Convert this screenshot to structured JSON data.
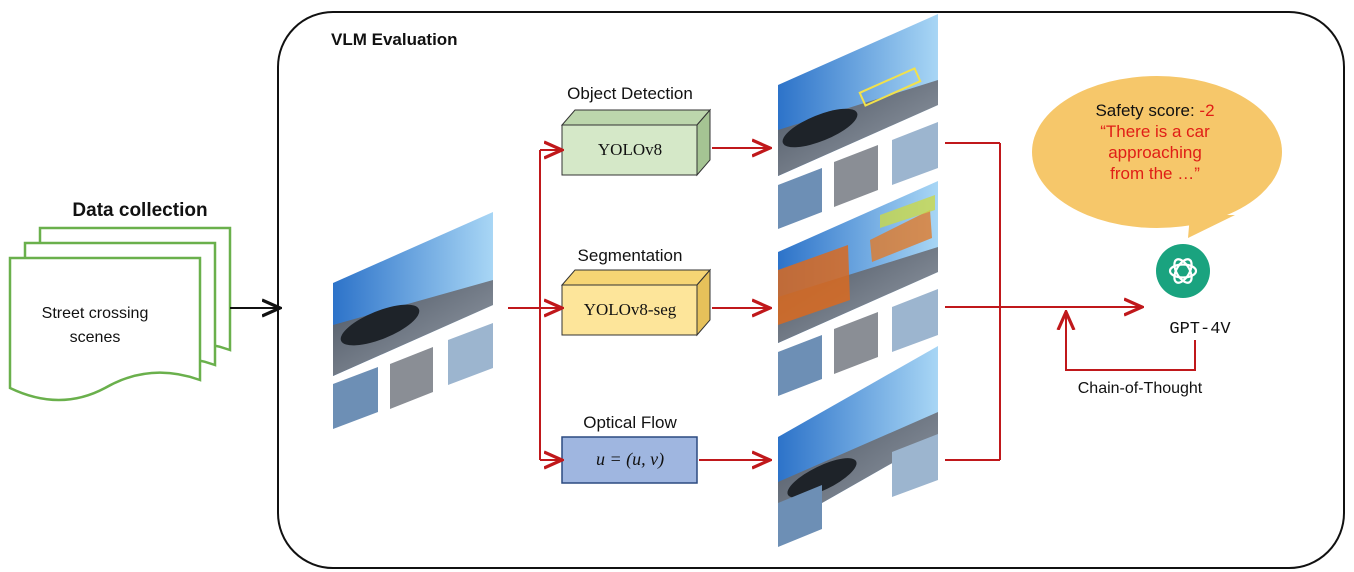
{
  "data_collection": {
    "title": "Data collection",
    "doc_label_line1": "Street crossing",
    "doc_label_line2": "scenes"
  },
  "panel": {
    "title": "VLM Evaluation"
  },
  "stages": [
    {
      "label": "Object Detection",
      "box_text": "YOLOv8",
      "box_color": "#d5e8c8"
    },
    {
      "label": "Segmentation",
      "box_text": "YOLOv8-seg",
      "box_color": "#fde59a"
    },
    {
      "label": "Optical Flow",
      "box_text": "u = (u, v)",
      "box_color": "#9fb6e0"
    }
  ],
  "output": {
    "safety_label": "Safety score:",
    "safety_value": "-2",
    "quote_line1": "“There is a car",
    "quote_line2": "approaching",
    "quote_line3": "from the …”",
    "model": "GPT-4V",
    "feedback": "Chain-of-Thought"
  },
  "colors": {
    "arrow": "#c0181b",
    "doc_border": "#6ab04c",
    "bubble": "#f6c76a",
    "gpt_icon": "#1aa37f",
    "highlight_text": "#e01e16"
  }
}
